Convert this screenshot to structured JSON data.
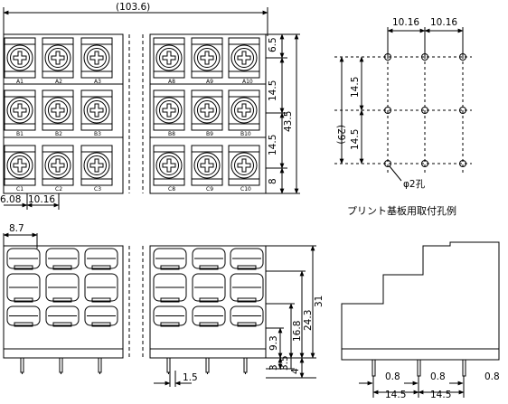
{
  "top_view": {
    "overall_width": "(103.6)",
    "row_labels": [
      [
        "A1",
        "A2",
        "A3",
        "A8",
        "A9",
        "A10"
      ],
      [
        "B1",
        "B2",
        "B3",
        "B8",
        "B9",
        "B10"
      ],
      [
        "C1",
        "C2",
        "C3",
        "C8",
        "C9",
        "C10"
      ]
    ],
    "dims": {
      "d65": "6.5",
      "d145a": "14.5",
      "d145b": "14.5",
      "d8": "8",
      "d435": "43.5",
      "d608": "6.08",
      "d1016": "10.16"
    }
  },
  "pcb_holes": {
    "pitch_a": "10.16",
    "pitch_b": "10.16",
    "row_a": "14.5",
    "row_b": "14.5",
    "total": "(29)",
    "hole": "φ2孔",
    "caption": "プリント基板用取付孔例"
  },
  "front_view": {
    "d87": "8.7",
    "d15": "1.5",
    "d31": "31",
    "d243": "24.3",
    "d168": "16.8",
    "d93": "9.3",
    "d3": "3",
    "d35": "3.5",
    "d4": "4"
  },
  "side_view": {
    "d08a": "0.8",
    "d08b": "0.8",
    "d08c": "0.8",
    "d145a": "14.5",
    "d145b": "14.5"
  }
}
